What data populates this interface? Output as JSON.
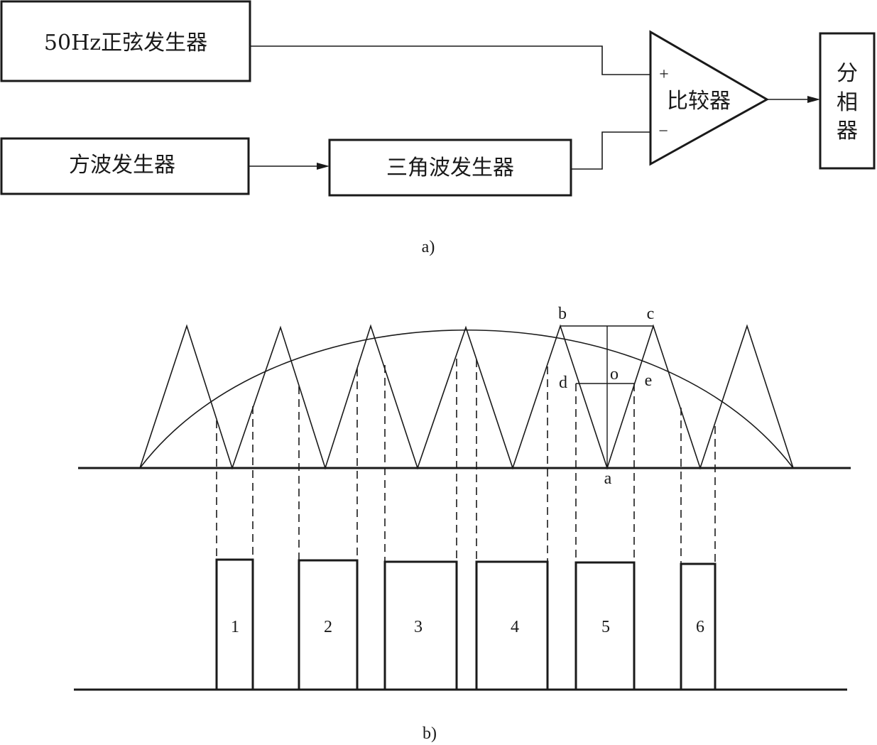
{
  "blocks": {
    "sine_generator": "50Hz正弦发生器",
    "square_generator": "方波发生器",
    "triangle_generator": "三角波发生器",
    "comparator": "比较器",
    "plus_sign": "+",
    "minus_sign": "−",
    "phase_splitter_chars": [
      "分",
      "相",
      "器"
    ]
  },
  "points": {
    "a": "a",
    "b": "b",
    "c": "c",
    "d": "d",
    "e": "e",
    "o": "o"
  },
  "pulses": [
    "1",
    "2",
    "3",
    "4",
    "5",
    "6"
  ],
  "captions": {
    "a": "a)",
    "b": "b)"
  }
}
